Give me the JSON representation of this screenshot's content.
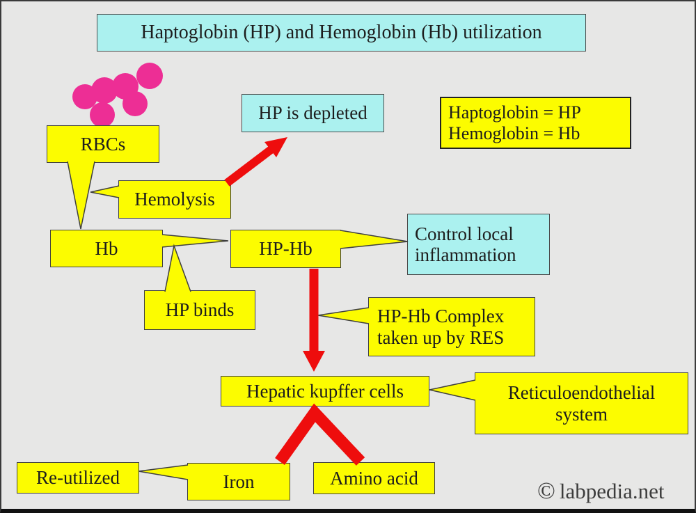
{
  "title": "Haptoglobin (HP) and Hemoglobin (Hb) utilization",
  "legend": {
    "line1": "Haptoglobin = HP",
    "line2": "Hemoglobin = Hb"
  },
  "nodes": {
    "rbcs": "RBCs",
    "hemolysis": "Hemolysis",
    "hp_depleted": "HP is depleted",
    "hb": "Hb",
    "hp_hb": "HP-Hb",
    "control_line1": "Control local",
    "control_line2": "inflammation",
    "hp_binds": "HP binds",
    "complex_line1": "HP-Hb Complex",
    "complex_line2": "taken up by RES",
    "hepatic": "Hepatic kupffer cells",
    "reticulo_line1": "Reticuloendothelial",
    "reticulo_line2": "system",
    "reutilized": "Re-utilized",
    "iron": "Iron",
    "amino": "Amino acid"
  },
  "watermark": {
    "symbol": "©",
    "text": "labpedia.net"
  },
  "colors": {
    "node_yellow": "#fcfc00",
    "node_cyan": "#abf1ef",
    "arrow_red": "#ee0d0d",
    "rbc_pink": "#ed2e95",
    "background": "#e7e7e6"
  }
}
